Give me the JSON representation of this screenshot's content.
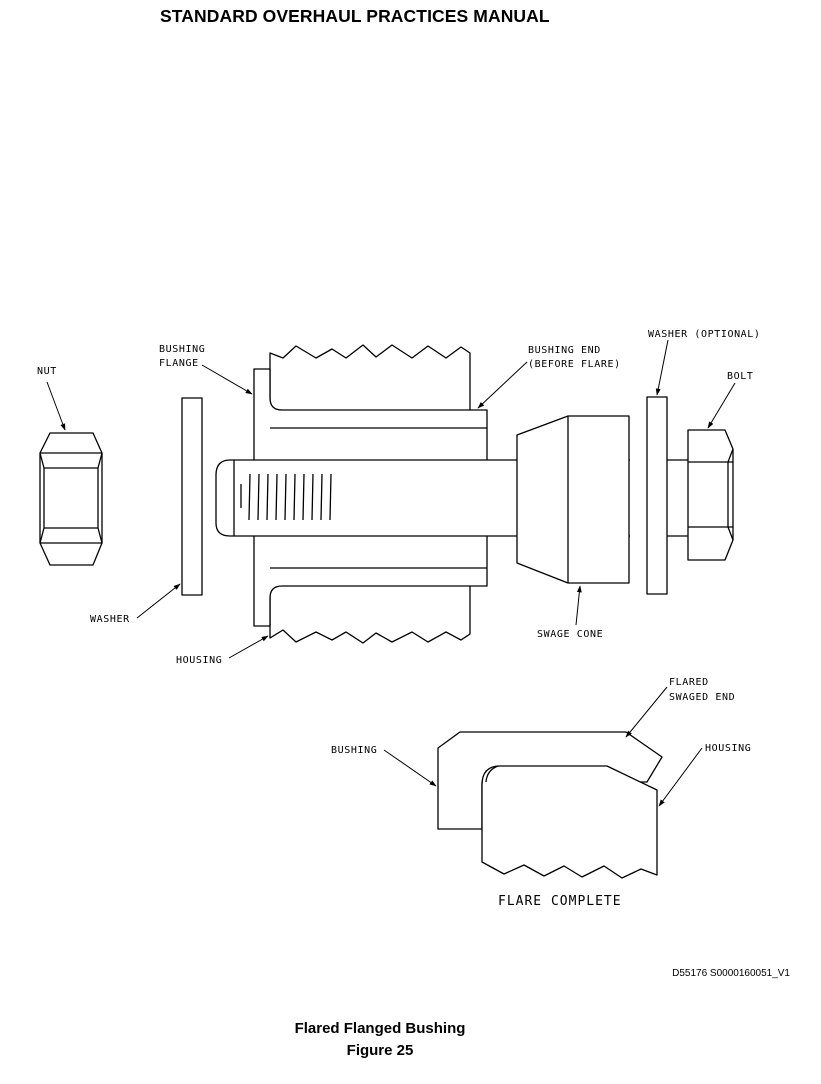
{
  "header": {
    "title": "STANDARD OVERHAUL PRACTICES MANUAL"
  },
  "labels": {
    "nut": "NUT",
    "bushing_flange_1": "BUSHING",
    "bushing_flange_2": "FLANGE",
    "bushing_end_1": "BUSHING END",
    "bushing_end_2": "(BEFORE FLARE)",
    "washer_optional": "WASHER (OPTIONAL)",
    "bolt": "BOLT",
    "washer": "WASHER",
    "housing": "HOUSING",
    "swage_cone": "SWAGE CONE",
    "flared_1": "FLARED",
    "flared_2": "SWAGED END",
    "bushing": "BUSHING",
    "housing_detail": "HOUSING",
    "flare_complete": "FLARE COMPLETE"
  },
  "drawing_id": "D55176 S0000160051_V1",
  "caption": {
    "title": "Flared Flanged Bushing",
    "figure": "Figure 25"
  }
}
